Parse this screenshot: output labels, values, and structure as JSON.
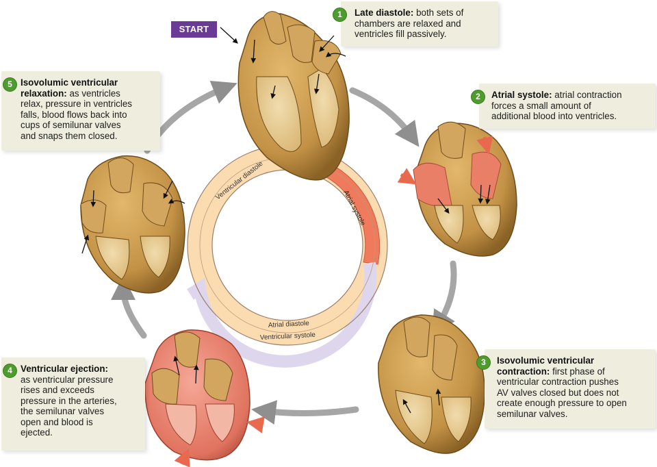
{
  "start_label": "START",
  "steps": [
    {
      "number": "1",
      "title": "Late diastole:",
      "lines": [
        "both sets of",
        "chambers are relaxed and",
        "ventricles fill passively."
      ]
    },
    {
      "number": "2",
      "title": "Atrial systole:",
      "lines": [
        "atrial contraction",
        "forces a small amount of",
        "additional blood into ventricles."
      ]
    },
    {
      "number": "3",
      "title_lines": [
        "Isovolumic ventricular",
        "contraction:"
      ],
      "lines": [
        "first phase of",
        "ventricular contraction pushes",
        "AV valves closed but does not",
        "create enough pressure to open",
        "semilunar valves."
      ]
    },
    {
      "number": "4",
      "title": "Ventricular ejection:",
      "lines": [
        "as ventricular pressure",
        "rises and exceeds",
        "pressure in the arteries,",
        "the semilunar valves",
        "open and blood is",
        "ejected."
      ]
    },
    {
      "number": "5",
      "title_lines": [
        "Isovolumic ventricular",
        "relaxation:"
      ],
      "lines": [
        "as ventricles",
        "relax, pressure in ventricles",
        "falls, blood flows back into",
        "cups of semilunar valves",
        "and snaps them closed."
      ]
    }
  ],
  "cycle_ring": {
    "labels": {
      "ventricular_diastole": "Ventricular diastole",
      "atrial_systole": "Atrial systole",
      "atrial_diastole": "Atrial diastole",
      "ventricular_systole": "Ventricular systole"
    },
    "colors": {
      "diastole": "#fbdcb0",
      "atrial_systole": "#f07a5c",
      "ventricular_systole": "#ddd6ec"
    }
  },
  "colors": {
    "heart_tissue": "#c99a4a",
    "heart_tissue_dark": "#8a6226",
    "contracting": "#e98070",
    "callout_bg": "#efeede",
    "step_badge": "#4f9c2e",
    "start_badge": "#6b3a96",
    "cycle_arrows": "#9a9a9a"
  }
}
